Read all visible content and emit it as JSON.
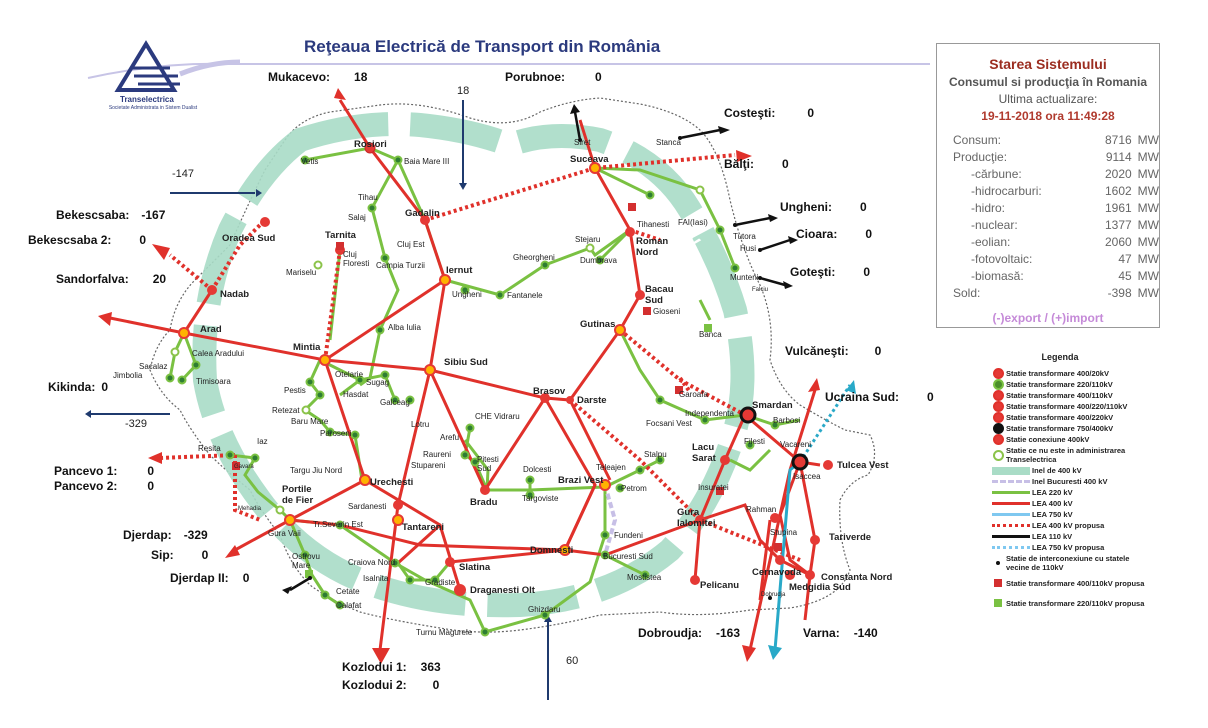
{
  "header": {
    "title": "Reţeaua Electrică de Transport din România",
    "logo_text": "Transelectrica",
    "logo_subtext": "Societate Administrata in Sistem Dualist"
  },
  "status": {
    "title": "Starea Sistemului",
    "subtitle": "Consumul si producţia în Romania",
    "updated_label": "Ultima actualizare:",
    "updated_value": "19-11-2018 ora 11:49:28",
    "rows": [
      {
        "label": "Consum:",
        "value": "8716",
        "unit": "MW"
      },
      {
        "label": "Producţie:",
        "value": "9114",
        "unit": "MW"
      },
      {
        "label": "-cărbune:",
        "value": "2020",
        "unit": "MW"
      },
      {
        "label": "-hidrocarburi:",
        "value": "1602",
        "unit": "MW"
      },
      {
        "label": "-hidro:",
        "value": "1961",
        "unit": "MW"
      },
      {
        "label": "-nuclear:",
        "value": "1377",
        "unit": "MW"
      },
      {
        "label": "-eolian:",
        "value": "2060",
        "unit": "MW"
      },
      {
        "label": "-fotovoltaic:",
        "value": "47",
        "unit": "MW"
      },
      {
        "label": "-biomasă:",
        "value": "45",
        "unit": "MW"
      },
      {
        "label": "Sold:",
        "value": "-398",
        "unit": "MW"
      }
    ],
    "export_note": "(-)export / (+)import"
  },
  "flows": {
    "mukacevo": {
      "label": "Mukacevo:",
      "value": "18"
    },
    "porubnoe": {
      "label": "Porubnoe:",
      "value": "0"
    },
    "costesti": {
      "label": "Costeşti:",
      "value": "0"
    },
    "balti": {
      "label": "Bălţi:",
      "value": "0"
    },
    "ungheni": {
      "label": "Ungheni:",
      "value": "0"
    },
    "cioara": {
      "label": "Cioara:",
      "value": "0"
    },
    "gotesti": {
      "label": "Goteşti:",
      "value": "0"
    },
    "vulcanesti": {
      "label": "Vulcăneşti:",
      "value": "0"
    },
    "ucraina_sud": {
      "label": "Ucraina Sud:",
      "value": "0"
    },
    "bekescsaba": {
      "label": "Bekescsaba:",
      "value": "-167"
    },
    "bekescsaba2": {
      "label": "Bekescsaba 2:",
      "value": "0"
    },
    "sandorfalva": {
      "label": "Sandorfalva:",
      "value": "20"
    },
    "kikinda": {
      "label": "Kikinda:",
      "value": "0"
    },
    "pancevo1": {
      "label": "Pancevo 1:",
      "value": "0"
    },
    "pancevo2": {
      "label": "Pancevo 2:",
      "value": "0"
    },
    "djerdap": {
      "label": "Djerdap:",
      "value": "-329"
    },
    "sip": {
      "label": "Sip:",
      "value": "0"
    },
    "djerdap2": {
      "label": "Djerdap II:",
      "value": "0"
    },
    "kozlodui1": {
      "label": "Kozlodui 1:",
      "value": "363"
    },
    "kozlodui2": {
      "label": "Kozlodui 2:",
      "value": "0"
    },
    "dobroudja": {
      "label": "Dobroudja:",
      "value": "-163"
    },
    "varna": {
      "label": "Varna:",
      "value": "-140"
    }
  },
  "arrow_values": {
    "n18": "18",
    "n147": "-147",
    "n329": "-329",
    "n60": "60"
  },
  "ring_label": "Inel 400 kV",
  "stations": {
    "rosiori": "Rosiori",
    "vetis": "Vetis",
    "baia_mare": "Baia Mare III",
    "tihau": "Tihau",
    "salaj": "Salaj",
    "gadalin": "Gadalin",
    "tarnita": "Tarnita",
    "cluj_est": "Cluj Est",
    "cluj_floresti": "Cluj Floresti",
    "campia_turzii": "Campia Turzii",
    "mariselu": "Mariselu",
    "iernut": "Iernut",
    "ungheni_st": "Ungheni",
    "fantanele": "Fantanele",
    "gheorgheni": "Gheorgheni",
    "stejaru": "Stejaru",
    "dumbrava": "Dumbrava",
    "suceava": "Suceava",
    "siret": "Siret",
    "stanca": "Stanca",
    "fai": "FAI(Iasi)",
    "tihanesti": "Tihanesti",
    "roman_nord": "Roman Nord",
    "tutora": "Tutora",
    "husi": "Husi",
    "munteni": "Munteni",
    "falciu": "Falciu",
    "bacau_sud": "Bacau Sud",
    "gioseni": "Gioseni",
    "gutinas": "Gutinas",
    "banca": "Banca",
    "oradea_sud": "Oradea Sud",
    "nadab": "Nadab",
    "arad": "Arad",
    "calea_aradului": "Calea Aradului",
    "sacalaz": "Sacalaz",
    "jimbolia": "Jimbolia",
    "timisoara": "Timisoara",
    "mintia": "Mintia",
    "alba_iulia": "Alba Iulia",
    "otelarie": "Otelarie",
    "hasdat": "Hasdat",
    "pestis": "Pestis",
    "sugag": "Sugag",
    "galceag": "Galceag",
    "retezat": "Retezat",
    "baru_mare": "Baru Mare",
    "paroseni": "Paroseni",
    "sibiu_sud": "Sibiu Sud",
    "lotru": "Lotru",
    "brasov": "Brasov",
    "darste": "Darste",
    "cherv_vidraru": "CHE Vidraru",
    "arefu": "Arefu",
    "raureni": "Raureni",
    "stupareni": "Stupareni",
    "pitesti_sud": "Pitesti Sud",
    "bradu": "Bradu",
    "targu_jiu": "Targu Jiu Nord",
    "urechesti": "Urechesti",
    "resita": "Resita",
    "iaz": "Iaz",
    "gavara": "Gavara",
    "portile_fier": "Portile de Fier",
    "mehadia": "Mehadia",
    "sardanesti": "Sardanesti",
    "tr_severin": "Tr.Severin Est",
    "gura_vaii": "Gura Vaii",
    "tantareni": "Tantareni",
    "ostrovu_mare": "Ostrovu Mare",
    "cetate": "Cetate",
    "calafat": "Calafat",
    "craiova_nord": "Craiova Nord",
    "isalnita": "Isalnita",
    "slatina": "Slatina",
    "gradiste": "Gradiste",
    "draganesti": "Draganesti Olt",
    "turnu_magurele": "Turnu Magurele",
    "ghizdaru": "Ghizdaru",
    "domnesti": "Domnesti",
    "bucuresti_sud": "Bucuresti Sud",
    "mostistea": "Mostistea",
    "fundeni": "Fundeni",
    "brazi_vest": "Brazi Vest",
    "petrom": "Petrom",
    "teleajen": "Teleajen",
    "stalpu": "Stalpu",
    "dolcesti": "Dolcesti",
    "targoviste": "Targoviste",
    "focsani_vest": "Focsani Vest",
    "independenta": "Independenta",
    "garoafa": "Garoafa",
    "smardan": "Smardan",
    "barbosi": "Barbosi",
    "filesti": "Filesti",
    "lacu_sarat": "Lacu Sarat",
    "vacareni": "Vacareni",
    "isaccea": "Isaccea",
    "tulcea_vest": "Tulcea Vest",
    "insuratei": "Insuratei",
    "gura_ialomitei": "Gura Ialomitei",
    "rahman": "Rahman",
    "stupina": "Stupina",
    "tariverde": "Tariverde",
    "pelicanu": "Pelicanu",
    "cernavoda": "Cernavoda",
    "medgidia": "Medgidia Sud",
    "constanta": "Constanta Nord",
    "dobrudja_st": "Dobrudja"
  },
  "legend": {
    "title": "Legenda",
    "items": [
      {
        "label": "Statie transformare 400/20kV",
        "kind": "dot",
        "color": "#e53935"
      },
      {
        "label": "Statie transformare 220/110kV",
        "kind": "dot",
        "color": "#4a8f2a"
      },
      {
        "label": "Statie transformare 400/110kV",
        "kind": "dot",
        "color": "#e53935"
      },
      {
        "label": "Statie transformare 400/220/110kV",
        "kind": "dot",
        "color": "#e53935"
      },
      {
        "label": "Statie transformare 400/220kV",
        "kind": "dot",
        "color": "#e53935"
      },
      {
        "label": "Statie transformare 750/400kV",
        "kind": "dot",
        "color": "#111111"
      },
      {
        "label": "Statie conexiune 400kV",
        "kind": "dot",
        "color": "#e53935"
      },
      {
        "label": "Statie ce nu este in administrarea Transelectrica",
        "kind": "dot",
        "color": "#8bc34a"
      },
      {
        "label": "Inel de 400 kV",
        "kind": "band",
        "color": "#a9dcc6"
      },
      {
        "label": "Inel Bucuresti 400 kV",
        "kind": "dash",
        "color": "#c7bfe6"
      },
      {
        "label": "LEA 220 kV",
        "kind": "line",
        "color": "#7ac142"
      },
      {
        "label": "LEA 400 kV",
        "kind": "line",
        "color": "#e0312b"
      },
      {
        "label": "LEA 750 kV",
        "kind": "line",
        "color": "#7fc8f0"
      },
      {
        "label": "LEA 400 kV propusa",
        "kind": "dotline",
        "color": "#e0312b"
      },
      {
        "label": "LEA 110 kV",
        "kind": "line",
        "color": "#111111"
      },
      {
        "label": "LEA 750 kV propusa",
        "kind": "dotline",
        "color": "#7fc8f0"
      },
      {
        "label": "Statie de interconexiune cu statele vecine de 110kV",
        "kind": "smalldot",
        "color": "#111111"
      },
      {
        "label": "Statie transformare 400/110kV propusa",
        "kind": "square",
        "color": "#d32f2f"
      },
      {
        "label": "Statie transformare 220/110kV propusa",
        "kind": "square",
        "color": "#7ac142"
      }
    ]
  },
  "colors": {
    "red_line": "#e0312b",
    "green_line": "#7ac142",
    "ring": "#a9dcc6",
    "blue_arrow": "#1f3a6e",
    "teal_750": "#29a9c8",
    "title": "#2b3a7e",
    "status_title": "#9b2d20"
  }
}
